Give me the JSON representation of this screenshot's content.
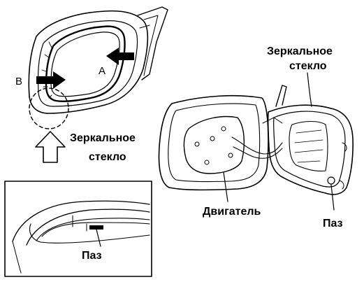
{
  "labels": {
    "arrow_a": "A",
    "arrow_b": "B",
    "glass_left_line1": "Зеркальное",
    "glass_left_line2": "стекло",
    "glass_right_line1": "Зеркальное",
    "glass_right_line2": "стекло",
    "slot_inset": "Паз",
    "motor": "Двигатель",
    "slot_right": "Паз"
  }
}
